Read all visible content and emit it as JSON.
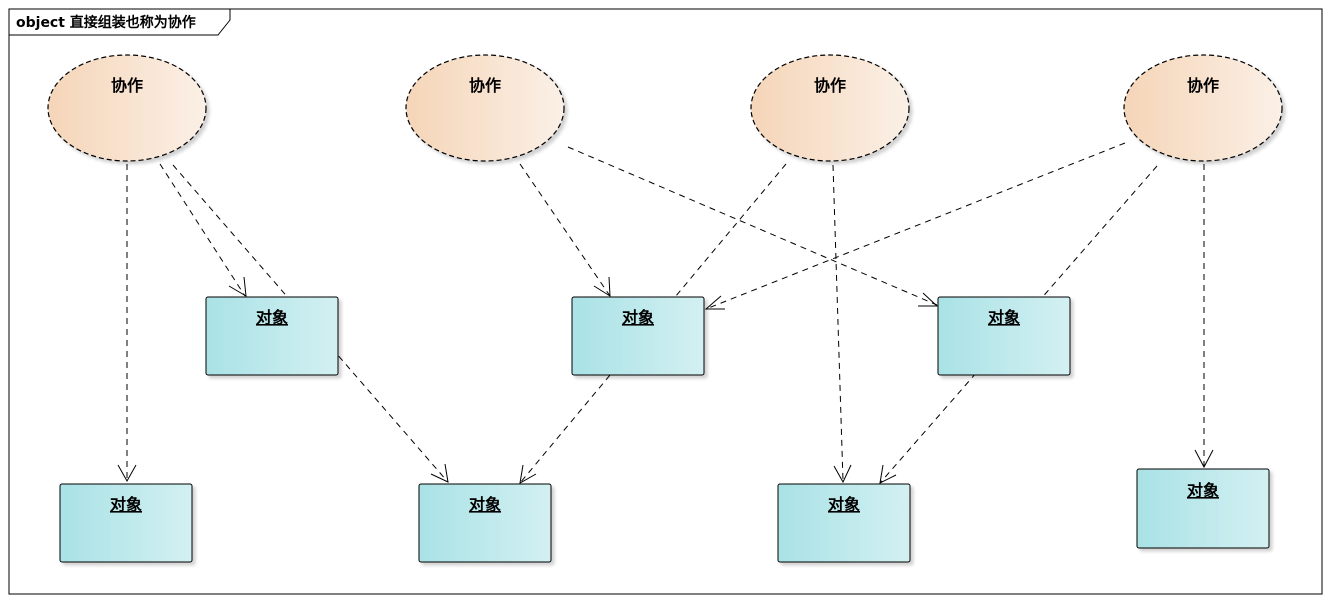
{
  "frame": {
    "title": "object 直接组装也称为协作"
  },
  "collaborations": [
    {
      "id": "c1",
      "label": "协作"
    },
    {
      "id": "c2",
      "label": "协作"
    },
    {
      "id": "c3",
      "label": "协作"
    },
    {
      "id": "c4",
      "label": "协作"
    }
  ],
  "objects": [
    {
      "id": "o1",
      "label": "对象"
    },
    {
      "id": "o2",
      "label": "对象"
    },
    {
      "id": "o3",
      "label": "对象"
    },
    {
      "id": "o4",
      "label": "对象"
    },
    {
      "id": "o5",
      "label": "对象"
    },
    {
      "id": "o6",
      "label": "对象"
    },
    {
      "id": "o7",
      "label": "对象"
    }
  ],
  "colors": {
    "collaboration_fill_start": "#f5d5b8",
    "collaboration_fill_end": "#fbf0e6",
    "object_fill_start": "#a9e2e6",
    "object_fill_end": "#d3f0f2",
    "line": "#000000"
  }
}
